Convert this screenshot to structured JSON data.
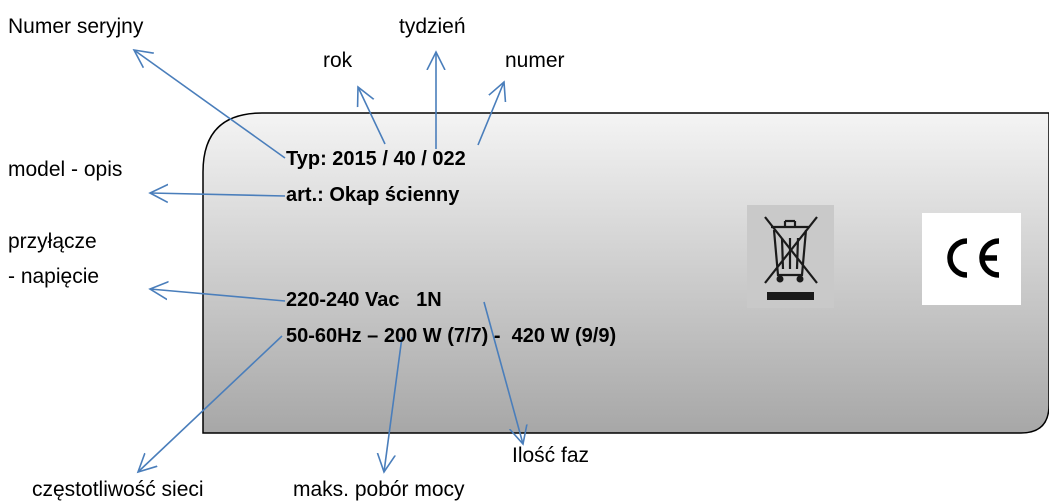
{
  "labels": {
    "serial_number": "Numer seryjny",
    "week": "tydzień",
    "year": "rok",
    "number": "numer",
    "model": "model - opis",
    "connection_line1": "przyłącze",
    "connection_line2": "- napięcie",
    "phase_count": "Ilość faz",
    "frequency": "częstotliwość sieci",
    "max_power": "maks. pobór mocy"
  },
  "plate": {
    "type_line": "Typ: 2015 / 40 / 022",
    "article_line": "art.: Okap ścienny",
    "voltage_line": "220-240 Vac   1N",
    "power_line": "50-60Hz – 200 W (7/7) -  420 W (9/9)"
  },
  "icons": {
    "weee": "crossed-out-wheelie-bin-icon",
    "ce": "ce-mark-icon"
  },
  "colors": {
    "arrow": "#4a7ebb",
    "plate_border": "#000000",
    "plate_gradient_top": "#f4f4f4",
    "plate_gradient_bottom": "#a7a7a7"
  }
}
